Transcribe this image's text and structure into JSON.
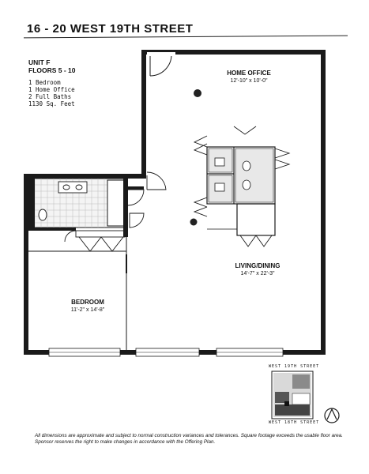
{
  "title": "16 - 20 WEST 19TH STREET",
  "unit": {
    "name": "UNIT F",
    "floors": "FLOORS 5 - 10",
    "features": [
      "1 Bedroom",
      "1 Home Office",
      "2 Full Baths",
      "1130 Sq. Feet"
    ]
  },
  "rooms": {
    "home_office": {
      "label": "HOME OFFICE",
      "dims": "12'-10\" x 10'-0\""
    },
    "living_dining": {
      "label": "LIVING/DINING",
      "dims": "14'-7\" x 22'-3\""
    },
    "bedroom": {
      "label": "BEDROOM",
      "dims": "11'-2\" x 14'-8\""
    }
  },
  "key_plan": {
    "top_label": "WEST 19TH STREET",
    "bottom_label": "WEST 18TH STREET"
  },
  "disclaimer": "All dimensions are approximate and subject to normal construction variances and tolerances. Square footage exceeds the usable floor area. Sponsor reserves the right to make changes in accordance with the Offering Plan."
}
